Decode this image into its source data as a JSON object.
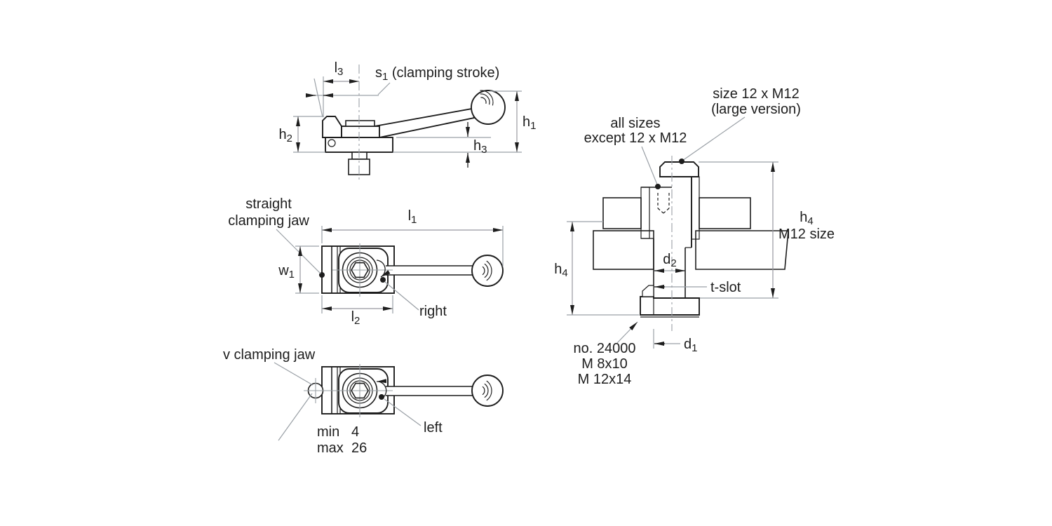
{
  "colors": {
    "object_line": "#1d1d1d",
    "dimension_line": "#9aa0a6",
    "background": "#ffffff"
  },
  "side_view": {
    "l3": {
      "base": "l",
      "sub": "3"
    },
    "s1": {
      "base": "s",
      "sub": "1",
      "rest": " (clamping stroke)"
    },
    "h1": {
      "base": "h",
      "sub": "1"
    },
    "h2": {
      "base": "h",
      "sub": "2"
    },
    "h3": {
      "base": "h",
      "sub": "3"
    }
  },
  "top_view": {
    "jaw_label": [
      "straight",
      "clamping jaw"
    ],
    "l1": {
      "base": "l",
      "sub": "1"
    },
    "w1": {
      "base": "w",
      "sub": "1"
    },
    "l2": {
      "base": "l",
      "sub": "2"
    },
    "rotation": "right"
  },
  "v_view": {
    "jaw_label": "v clamping jaw",
    "range": {
      "min_label": "min",
      "min_value": "4",
      "max_label": "max",
      "max_value": "26"
    },
    "rotation": "left"
  },
  "section_view": {
    "callout_large": [
      "size 12 x M12",
      "(large version)"
    ],
    "callout_standard": [
      "all sizes",
      "except 12 x M12"
    ],
    "h4_right": {
      "base": "h",
      "sub": "4"
    },
    "h4_right_note": "M12 size",
    "h4_left": {
      "base": "h",
      "sub": "4"
    },
    "d2": {
      "base": "d",
      "sub": "2"
    },
    "t_slot": "t-slot",
    "d1": {
      "base": "d",
      "sub": "1"
    },
    "part_note": [
      "no. 24000",
      "M 8x10",
      "M 12x14"
    ]
  }
}
